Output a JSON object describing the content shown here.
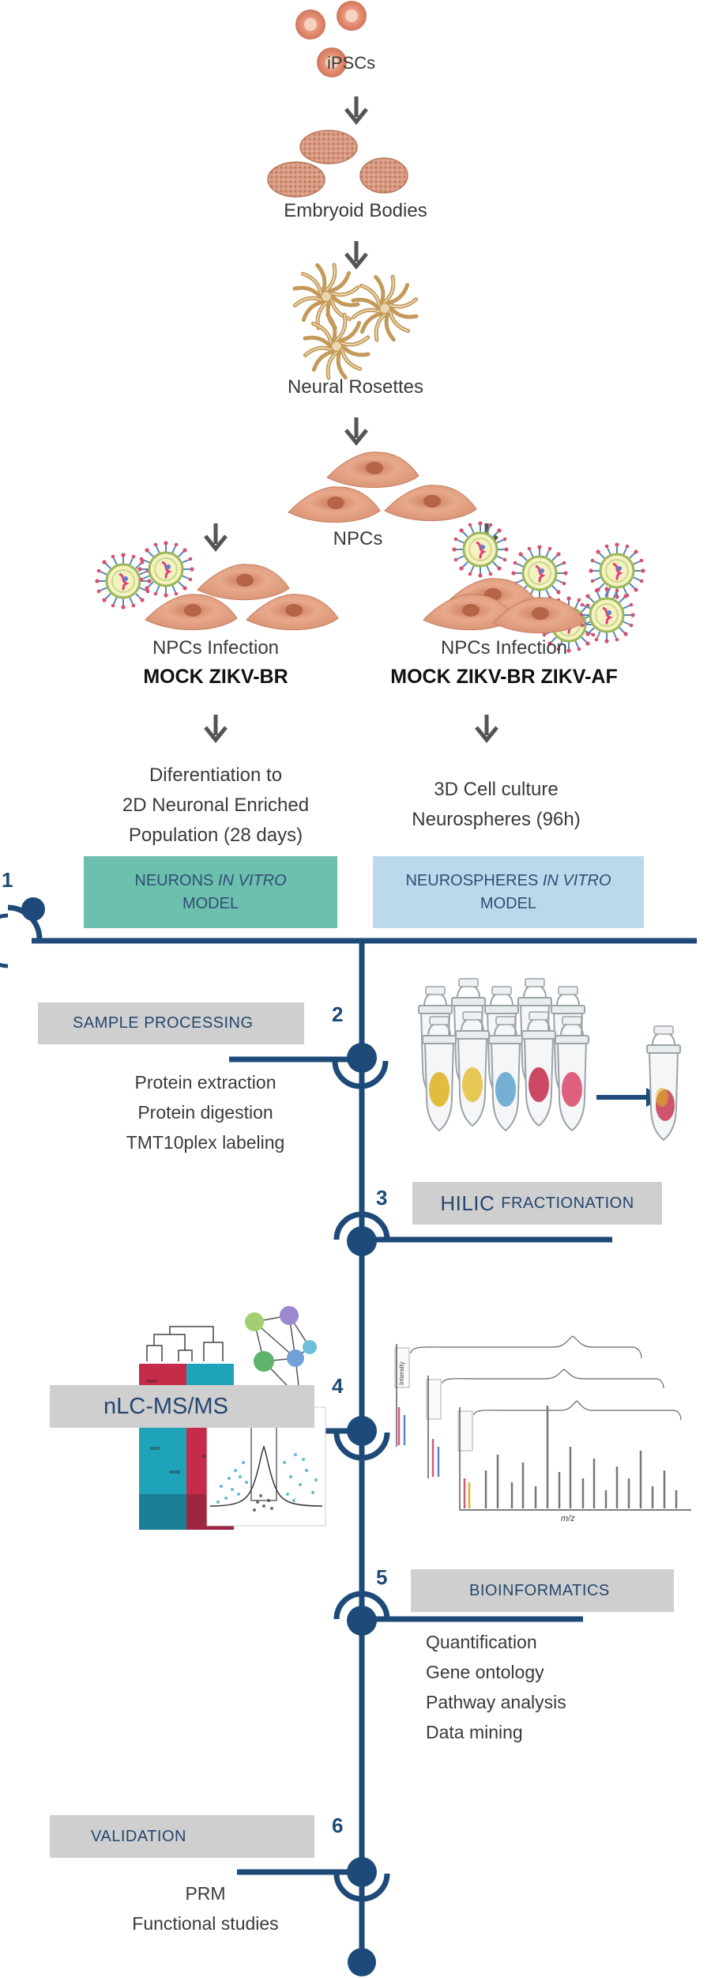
{
  "top_flow": {
    "ipscs": "iPSCs",
    "embryoid_bodies": "Embryoid Bodies",
    "neural_rosettes": "Neural Rosettes",
    "npcs": "NPCs"
  },
  "left_branch": {
    "infection": "NPCs Infection",
    "conditions": "MOCK ZIKV-BR",
    "process_line1": "Diferentiation to",
    "process_line2": "2D Neuronal Enriched",
    "process_line3": "Population  (28 days)",
    "model_a": "NEURONS",
    "model_b": "IN VITRO",
    "model_c": "MODEL"
  },
  "right_branch": {
    "infection": "NPCs Infection",
    "conditions": "MOCK ZIKV-BR ZIKV-AF",
    "process_line1": "3D Cell culture",
    "process_line2": "Neurospheres (96h)",
    "model_a": "NEUROSPHERES",
    "model_b": "IN VITRO",
    "model_c": "MODEL"
  },
  "steps": [
    {
      "number": "1"
    },
    {
      "number": "2",
      "title": "SAMPLE PROCESSING",
      "items": [
        "Protein extraction",
        "Protein digestion",
        "TMT10plex labeling"
      ]
    },
    {
      "number": "3",
      "title_a": "HILIC",
      "title_b": "FRACTIONATION"
    },
    {
      "number": "4",
      "title": "nLC-MS/MS"
    },
    {
      "number": "5",
      "title": "BIOINFORMATICS",
      "items": [
        "Quantification",
        "Gene ontology",
        "Pathway analysis",
        "Data mining"
      ]
    },
    {
      "number": "6",
      "title": "VALIDATION",
      "items": [
        "PRM",
        "Functional studies"
      ]
    }
  ],
  "spectrum_axes": {
    "y": "Intensity",
    "x": "m/z"
  },
  "colors": {
    "pipeline": "#1d4a78",
    "neurons_box": "#6dbfae",
    "neurospheres_box": "#bcd9ec",
    "label_box": "#cfcfcf",
    "cell": "#e0a082",
    "arrow": "#555555"
  }
}
